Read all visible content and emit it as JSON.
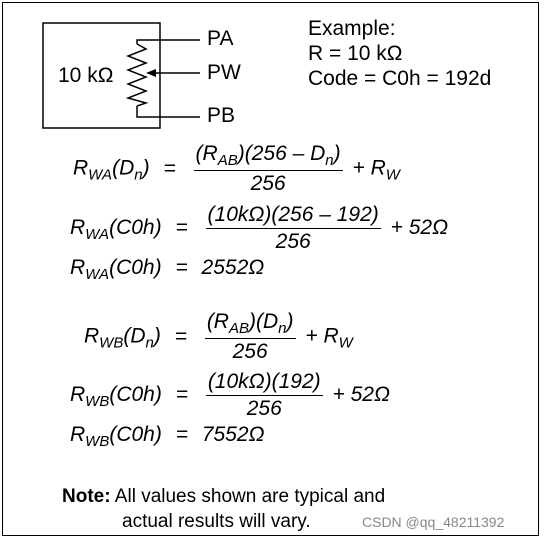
{
  "schematic": {
    "resistor_label": "10 kΩ",
    "pin_a": "PA",
    "pin_w": "PW",
    "pin_b": "PB"
  },
  "example": {
    "line1": "Example:",
    "line2": "R = 10 kΩ",
    "line3": "Code = C0h = 192d"
  },
  "equations": {
    "e1_lhs": "R",
    "e1_lhs_sub": "WA",
    "e1_arg": "(D",
    "e1_arg_sub": "n",
    "e1_arg_close": ")",
    "e1_eq": "=",
    "e1_num": "(R",
    "e1_num_sub": "AB",
    "e1_num_mid": ")(256 – D",
    "e1_num_sub2": "n",
    "e1_num_close": ")",
    "e1_den": "256",
    "e1_plus": "+ R",
    "e1_plus_sub": "W",
    "e2_lhs": "R",
    "e2_lhs_sub": "WA",
    "e2_arg": "(C0h)",
    "e2_eq": "=",
    "e2_num": "(10kΩ)(256 – 192)",
    "e2_den": "256",
    "e2_plus": "+ 52Ω",
    "e3_lhs": "R",
    "e3_lhs_sub": "WA",
    "e3_arg": "(C0h)",
    "e3_eq": "=",
    "e3_rhs": "2552Ω",
    "e4_lhs": "R",
    "e4_lhs_sub": "WB",
    "e4_arg": "(D",
    "e4_arg_sub": "n",
    "e4_arg_close": ")",
    "e4_eq": "=",
    "e4_num": "(R",
    "e4_num_sub": "AB",
    "e4_num_mid": ")(D",
    "e4_num_sub2": "n",
    "e4_num_close": ")",
    "e4_den": "256",
    "e4_plus": "+ R",
    "e4_plus_sub": "W",
    "e5_lhs": "R",
    "e5_lhs_sub": "WB",
    "e5_arg": "(C0h)",
    "e5_eq": "=",
    "e5_num": "(10kΩ)(192)",
    "e5_den": "256",
    "e5_plus": "+ 52Ω",
    "e6_lhs": "R",
    "e6_lhs_sub": "WB",
    "e6_arg": "(C0h)",
    "e6_eq": "=",
    "e6_rhs": "7552Ω"
  },
  "note": {
    "label": "Note:",
    "line1": "All values shown are typical and",
    "line2": "actual results will vary."
  },
  "watermark": "CSDN @qq_48211392"
}
